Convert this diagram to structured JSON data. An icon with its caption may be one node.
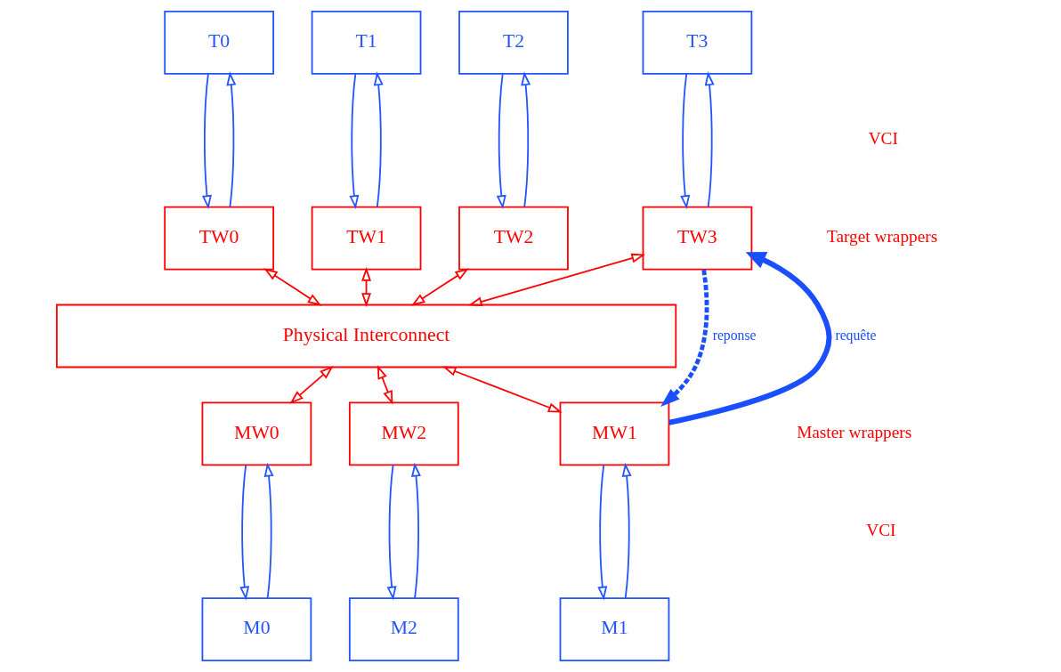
{
  "diagram": {
    "nodes": [
      {
        "text": [
          "T0"
        ]
      },
      {
        "text": [
          "T1"
        ]
      },
      {
        "text": [
          "T2"
        ]
      },
      {
        "text": [
          "T3"
        ]
      },
      {
        "text": [
          "TW0"
        ]
      },
      {
        "text": [
          "TW1"
        ]
      },
      {
        "text": [
          "TW2"
        ]
      },
      {
        "text": [
          "TW3"
        ]
      },
      {
        "text": [
          "Physical Interconnect"
        ]
      },
      {
        "text": [
          "MW0"
        ]
      },
      {
        "text": [
          "MW1"
        ]
      },
      {
        "text": [
          "MW2"
        ]
      },
      {
        "text": [
          "M0"
        ]
      },
      {
        "text": [
          "M1"
        ]
      },
      {
        "text": [
          "M2"
        ]
      }
    ],
    "edges": [
      {
        "from": 4,
        "to": 0,
        "arrow": "to"
      },
      {
        "from": 0,
        "to": 4,
        "arrow": "to"
      },
      {
        "from": 5,
        "to": 1,
        "arrow": "to"
      },
      {
        "from": 1,
        "to": 5,
        "arrow": "to"
      },
      {
        "from": 6,
        "to": 2,
        "arrow": "to"
      },
      {
        "from": 2,
        "to": 6,
        "arrow": "to"
      },
      {
        "from": 7,
        "to": 3,
        "arrow": "to"
      },
      {
        "from": 3,
        "to": 7,
        "arrow": "to"
      },
      {
        "from": 4,
        "to": 8,
        "arrow": "both",
        "color": "#ff0000"
      },
      {
        "from": 5,
        "to": 8,
        "arrow": "both",
        "color": "#ff0000"
      },
      {
        "from": 6,
        "to": 8,
        "arrow": "both",
        "color": "#ff0000"
      },
      {
        "from": 7,
        "to": 8,
        "arrow": "both",
        "color": "#ff0000"
      },
      {
        "from": 8,
        "to": 9,
        "arrow": "both",
        "color": "#ff0000"
      },
      {
        "from": 8,
        "to": 10,
        "arrow": "both",
        "color": "#ff0000"
      },
      {
        "from": 8,
        "to": 11,
        "arrow": "both",
        "color": "#ff0000"
      },
      {
        "from": 12,
        "to": 9,
        "arrow": "to"
      },
      {
        "from": 9,
        "to": 12,
        "arrow": "to"
      },
      {
        "from": 13,
        "to": 10,
        "arrow": "to"
      },
      {
        "from": 10,
        "to": 13,
        "arrow": "to"
      },
      {
        "from": 14,
        "to": 11,
        "arrow": "to"
      },
      {
        "from": 11,
        "to": 14,
        "arrow": "to"
      },
      {
        "from": 10,
        "to": 7,
        "arrow": "to",
        "label": "requête",
        "style": "thick",
        "color": "#1a4fff"
      },
      {
        "from": 7,
        "to": 10,
        "arrow": "to",
        "label": "reponse",
        "style": "dashed",
        "color": "#1a4fff"
      }
    ],
    "labels": [
      "VCI",
      "Target wrappers",
      "Master wrappers",
      "VCI"
    ]
  }
}
